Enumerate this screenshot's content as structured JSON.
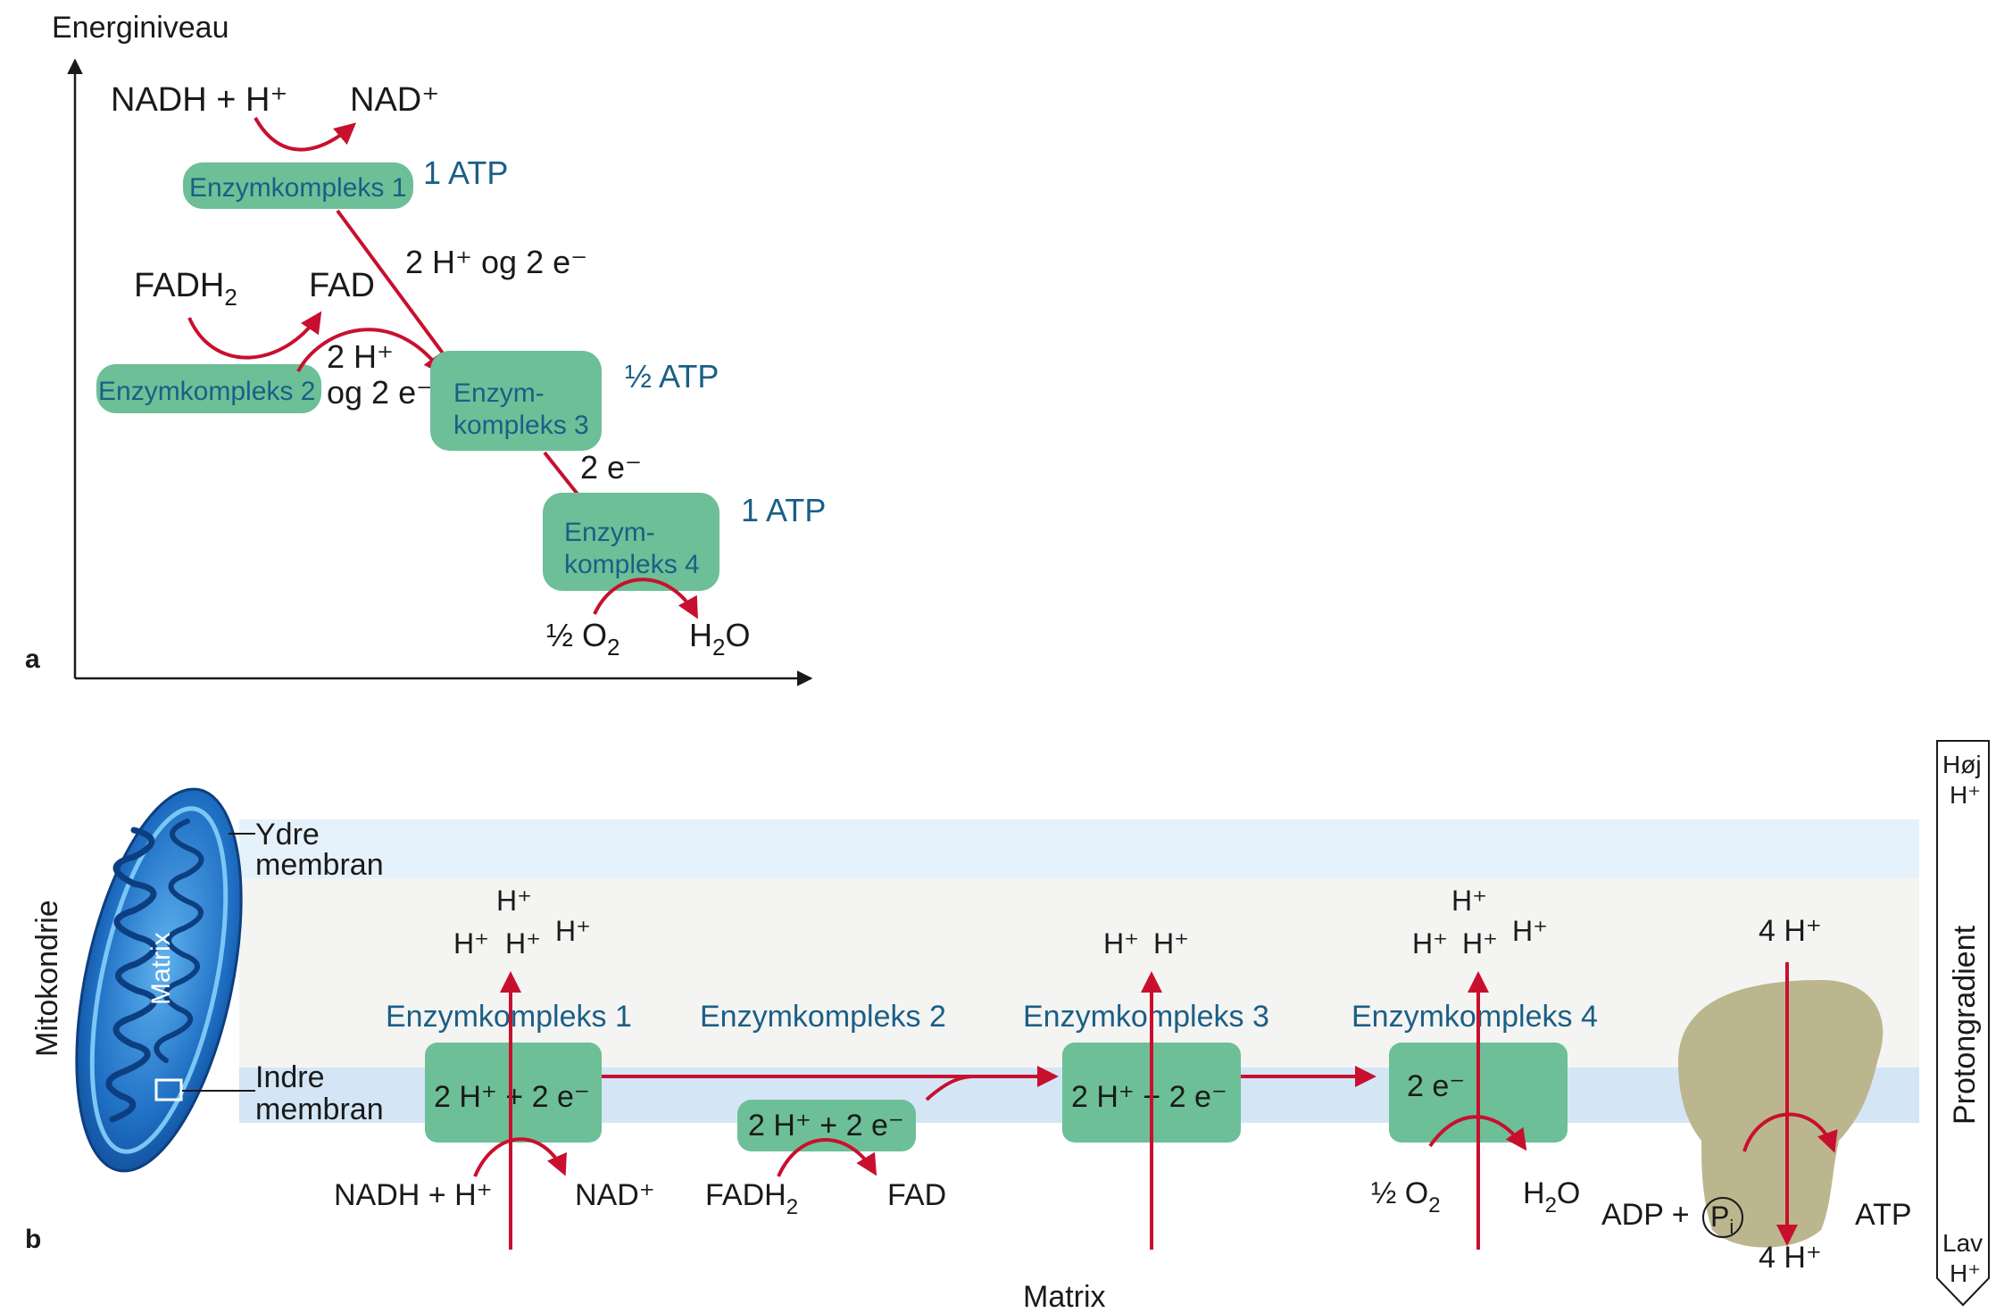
{
  "panel_a": {
    "label": "a",
    "y_axis_label": "Energiniveau",
    "nadh_h": "NADH + H⁺",
    "nad": "NAD⁺",
    "complex1": "Enzymkompleks 1",
    "atp1": "1 ATP",
    "transfer1": "2 H⁺ og 2 e⁻",
    "fadh2_base": "FADH",
    "fadh2_sub": "2",
    "fad": "FAD",
    "transfer2_line1": "2 H⁺",
    "transfer2_line2": "og 2 e⁻",
    "complex2": "Enzymkompleks 2",
    "complex3_line1": "Enzym-",
    "complex3_line2": "kompleks 3",
    "atp3": "½ ATP",
    "transfer3": "2 e⁻",
    "complex4_line1": "Enzym-",
    "complex4_line2": "kompleks 4",
    "atp4": "1 ATP",
    "o2_base": "½ O",
    "o2_sub": "2",
    "h2o_a": "H",
    "h2o_sub": "2",
    "h2o_b": "O"
  },
  "panel_b": {
    "label": "b",
    "mito_label": "Mitokondrie",
    "matrix_inner": "Matrix",
    "outer_membrane_1": "Ydre",
    "outer_membrane_2": "membran",
    "inner_membrane_1": "Indre",
    "inner_membrane_2": "membran",
    "matrix_bottom": "Matrix",
    "gradient_label": "Protongradient",
    "high_1": "Høj",
    "high_2": "H⁺",
    "low_1": "Lav",
    "low_2": "H⁺",
    "proton": "H⁺",
    "c1_title": "Enzymkompleks 1",
    "c1_box": "2 H⁺ + 2 e⁻",
    "c1_in": "NADH + H⁺",
    "c1_out": "NAD⁺",
    "c2_title": "Enzymkompleks 2",
    "c2_box": "2 H⁺ + 2 e⁻",
    "c2_in_base": "FADH",
    "c2_in_sub": "2",
    "c2_out": "FAD",
    "c3_title": "Enzymkompleks 3",
    "c3_box": "2 H⁺ + 2 e⁻",
    "c4_title": "Enzymkompleks 4",
    "c4_box": "2 e⁻",
    "c4_in_base": "½ O",
    "c4_in_sub": "2",
    "c4_out_a": "H",
    "c4_out_sub": "2",
    "c4_out_b": "O",
    "synthase_top": "4 H⁺",
    "synthase_bottom": "4 H⁺",
    "adp": "ADP +",
    "pi_base": "P",
    "pi_sub": "i",
    "atp": "ATP"
  },
  "colors": {
    "arrow": "#c8102e",
    "complex": "#6dbf97",
    "complex_text": "#1a5f86",
    "outer_membrane": "#e6f2fb",
    "intermembrane": "#f4f4f2",
    "inner_membrane": "#d4e6f6",
    "synthase": "#bcb68f"
  }
}
